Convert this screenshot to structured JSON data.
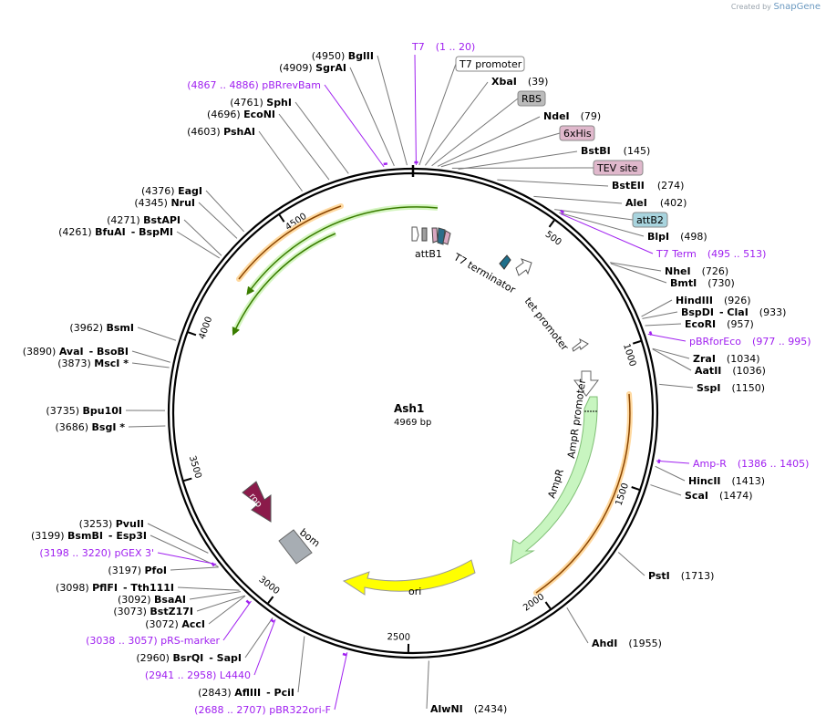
{
  "credit": {
    "prefix": "Created by",
    "brand": "SnapGene"
  },
  "plasmid": {
    "name": "Ash1",
    "size": "4969 bp",
    "length": 4969
  },
  "colors": {
    "purple": "#a020f0",
    "black": "#000000",
    "gray_line": "#888888"
  },
  "ticks": [
    "500",
    "1000",
    "1500",
    "2000",
    "2500",
    "3000",
    "3500",
    "4000",
    "4500"
  ],
  "left_labels": [
    {
      "pos": "(4950)",
      "name": "BglII",
      "bp": 4950
    },
    {
      "pos": "(4909)",
      "name": "SgrAI",
      "bp": 4909
    },
    {
      "pos": "(4867 .. 4886)",
      "name": "pBRrevBam",
      "bp": 4876,
      "feature": true
    },
    {
      "pos": "(4761)",
      "name": "SphI",
      "bp": 4761
    },
    {
      "pos": "(4696)",
      "name": "EcoNI",
      "bp": 4696
    },
    {
      "pos": "(4603)",
      "name": "PshAI",
      "bp": 4603
    },
    {
      "pos": "(4376)",
      "name": "EagI",
      "bp": 4376
    },
    {
      "pos": "(4345)",
      "name": "NruI",
      "bp": 4345
    },
    {
      "pos": "(4271)",
      "name": "BstAPI",
      "bp": 4271
    },
    {
      "pos": "(4261)",
      "name": "BfuAI",
      "extra": "- BspMI",
      "bp": 4261
    },
    {
      "pos": "(3962)",
      "name": "BsmI",
      "bp": 3962
    },
    {
      "pos": "(3890)",
      "name": "AvaI",
      "extra": "- BsoBI",
      "bp": 3890
    },
    {
      "pos": "(3873)",
      "name": "MscI *",
      "bp": 3873
    },
    {
      "pos": "(3735)",
      "name": "Bpu10I",
      "bp": 3735
    },
    {
      "pos": "(3686)",
      "name": "BsgI *",
      "bp": 3686
    },
    {
      "pos": "(3253)",
      "name": "PvuII",
      "bp": 3253
    },
    {
      "pos": "(3199)",
      "name": "BsmBI",
      "extra": "- Esp3I",
      "bp": 3199
    },
    {
      "pos": "(3198 .. 3220)",
      "name": "pGEX 3'",
      "bp": 3209,
      "feature": true
    },
    {
      "pos": "(3197)",
      "name": "PfoI",
      "bp": 3197
    },
    {
      "pos": "(3098)",
      "name": "PflFI",
      "extra": "- Tth111I",
      "bp": 3098
    },
    {
      "pos": "(3092)",
      "name": "BsaAI",
      "bp": 3092
    },
    {
      "pos": "(3073)",
      "name": "BstZ17I",
      "bp": 3073
    },
    {
      "pos": "(3072)",
      "name": "AccI",
      "bp": 3072
    },
    {
      "pos": "(3038 .. 3057)",
      "name": "pRS-marker",
      "bp": 3047,
      "feature": true
    },
    {
      "pos": "(2960)",
      "name": "BsrQI",
      "extra": "- SapI",
      "bp": 2960
    },
    {
      "pos": "(2941 .. 2958)",
      "name": "L4440",
      "bp": 2950,
      "feature": true
    },
    {
      "pos": "(2843)",
      "name": "AflIII",
      "extra": "- PciI",
      "bp": 2843
    },
    {
      "pos": "(2688 .. 2707)",
      "name": "pBR322ori-F",
      "bp": 2697,
      "feature": true
    }
  ],
  "right_labels": [
    {
      "name": "T7",
      "pos": "(1 .. 20)",
      "bp": 10,
      "feature": true
    },
    {
      "box": "T7 promoter",
      "bp": 20
    },
    {
      "name": "XbaI",
      "pos": "(39)",
      "bp": 39
    },
    {
      "box": "RBS",
      "bp": 60
    },
    {
      "name": "NdeI",
      "pos": "(79)",
      "bp": 79
    },
    {
      "box": "6xHis",
      "bp": 90
    },
    {
      "name": "BstBI",
      "pos": "(145)",
      "bp": 145
    },
    {
      "box": "TEV site",
      "bp": 125
    },
    {
      "name": "BstEII",
      "pos": "(274)",
      "bp": 274
    },
    {
      "name": "AleI",
      "pos": "(402)",
      "bp": 402
    },
    {
      "box": "attB2",
      "bp": 480
    },
    {
      "name": "BlpI",
      "pos": "(498)",
      "bp": 498
    },
    {
      "name": "T7 Term",
      "pos": "(495 .. 513)",
      "bp": 504,
      "feature": true
    },
    {
      "name": "NheI",
      "pos": "(726)",
      "bp": 726
    },
    {
      "name": "BmtI",
      "pos": "(730)",
      "bp": 730
    },
    {
      "name": "HindIII",
      "pos": "(926)",
      "bp": 926
    },
    {
      "name": "BspDI",
      "extra": "- ClaI",
      "pos": "(933)",
      "bp": 933
    },
    {
      "name": "EcoRI",
      "pos": "(957)",
      "bp": 957
    },
    {
      "name": "pBRforEco",
      "pos": "(977 .. 995)",
      "bp": 986,
      "feature": true
    },
    {
      "name": "ZraI",
      "pos": "(1034)",
      "bp": 1034
    },
    {
      "name": "AatII",
      "pos": "(1036)",
      "bp": 1036
    },
    {
      "name": "SspI",
      "pos": "(1150)",
      "bp": 1150
    },
    {
      "name": "Amp-R",
      "pos": "(1386 .. 1405)",
      "bp": 1395,
      "feature": true
    },
    {
      "name": "HincII",
      "pos": "(1413)",
      "bp": 1413
    },
    {
      "name": "ScaI",
      "pos": "(1474)",
      "bp": 1474
    },
    {
      "name": "PstI",
      "pos": "(1713)",
      "bp": 1713
    },
    {
      "name": "AhdI",
      "pos": "(1955)",
      "bp": 1955
    },
    {
      "name": "AlwNI",
      "pos": "(2434)",
      "bp": 2434
    }
  ],
  "inner_labels": {
    "attB1": "attB1",
    "t7_terminator": "T7 terminator",
    "tet_promoter": "tet promoter",
    "ampr_promoter": "AmpR promoter",
    "ampr": "AmpR",
    "ori": "ori",
    "rop": "rop",
    "bom": "bom"
  }
}
